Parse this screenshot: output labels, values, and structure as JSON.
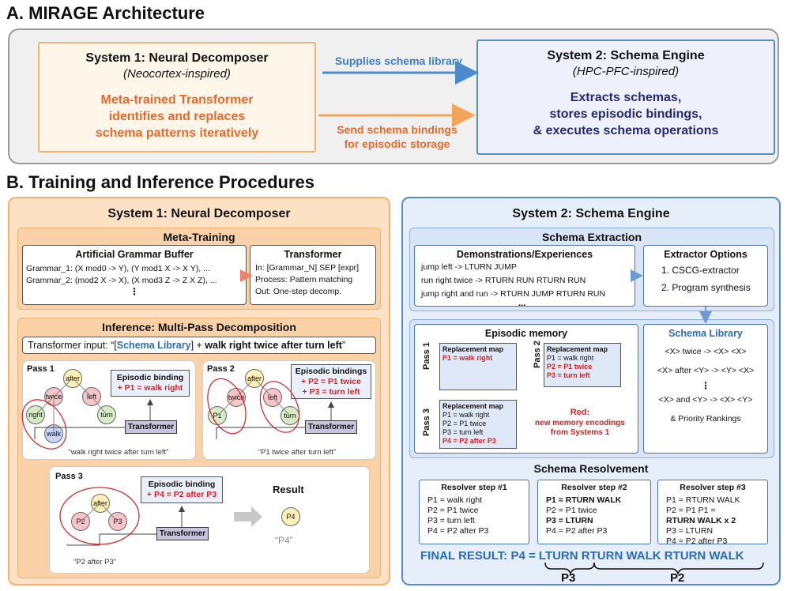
{
  "section_a": {
    "title": "A.  MIRAGE Architecture",
    "system1": {
      "title": "System 1: Neural Decomposer",
      "subtitle": "(Neocortex-inspired)",
      "desc": [
        "Meta-trained Transformer",
        "identifies and replaces",
        "schema patterns iteratively"
      ]
    },
    "system2": {
      "title": "System 2: Schema Engine",
      "subtitle": "(HPC-PFC-inspired)",
      "desc": [
        "Extracts schemas,",
        "stores episodic bindings,",
        "& executes schema operations"
      ]
    },
    "arrow_top": "Supplies schema library",
    "arrow_bottom": [
      "Send schema bindings",
      "for episodic storage"
    ],
    "colors": {
      "orange": "#e8692b",
      "navy": "#262a72",
      "blue": "#3d7ec4"
    }
  },
  "section_b": {
    "title": "B.  Training and Inference Procedures",
    "left": {
      "title": "System 1: Neural Decomposer",
      "meta_training": {
        "title": "Meta-Training",
        "buffer_title": "Artificial Grammar Buffer",
        "buffer_lines": [
          "Grammar_1: (X mod0 -> Y), (Y mod1 X -> X Y), ...",
          "Grammar_2: (mod2 X -> X), (X mod3 Z -> Z X Z), ..."
        ],
        "buffer_ellipsis": "⋮",
        "transformer_title": "Transformer",
        "transformer_lines": [
          "In: [Grammar_N] SEP [expr]",
          "Process: Pattern matching",
          "Out: One-step decomp."
        ]
      },
      "inference": {
        "title": "Inference: Multi-Pass Decomposition",
        "input_prefix": "Transformer input: “[",
        "input_lib": "Schema Library",
        "input_mid": "] + ",
        "input_cmd": "walk right twice after turn left",
        "input_suffix": "”",
        "pass1": {
          "label": "Pass 1",
          "nodes": [
            "after",
            "twice",
            "left",
            "right",
            "turn",
            "walk"
          ],
          "binding_title": "Episodic binding",
          "binding_lines": [
            "+ P1 = walk right"
          ],
          "transformer": "Transformer",
          "caption": "“walk right twice after turn left”"
        },
        "pass2": {
          "label": "Pass 2",
          "nodes": [
            "after",
            "twice",
            "left",
            "P1",
            "turn"
          ],
          "binding_title": "Episodic bindings",
          "binding_lines": [
            "+ P2 = P1 twice",
            "+ P3 = turn left"
          ],
          "transformer": "Transformer",
          "caption": "“P1 twice after turn left”"
        },
        "pass3": {
          "label": "Pass 3",
          "nodes": [
            "after",
            "P2",
            "P3"
          ],
          "binding_title": "Episodic binding",
          "binding_lines": [
            "+ P4 = P2 after P3"
          ],
          "transformer": "Transformer",
          "caption": "“P2 after P3”",
          "result_label": "Result",
          "result_node": "P4",
          "result_caption": "“P4”"
        }
      }
    },
    "right": {
      "title": "System 2: Schema Engine",
      "extraction": {
        "title": "Schema Extraction",
        "demos_title": "Demonstrations/Experiences",
        "demos": [
          "jump left -> LTURN JUMP",
          "run right twice -> RTURN RUN RTURN RUN",
          "jump right and run -> RTURN JUMP RTURN RUN"
        ],
        "demos_ellipsis": "...",
        "options_title": "Extractor Options",
        "options": [
          "1. CSCG-extractor",
          "2. Program synthesis"
        ]
      },
      "memory": {
        "title": "Episodic memory",
        "pass1": {
          "label": "Pass 1",
          "title": "Replacement map",
          "lines": [
            {
              "t": "P1 = walk right",
              "red": true
            }
          ]
        },
        "pass2": {
          "label": "Pass 2",
          "title": "Replacement map",
          "lines": [
            {
              "t": "P1 = walk right",
              "red": false
            },
            {
              "t": "P2 = P1 twice",
              "red": true
            },
            {
              "t": "P3 = turn left",
              "red": true
            }
          ]
        },
        "pass3": {
          "label": "Pass 3",
          "title": "Replacement map",
          "lines": [
            {
              "t": "P1 = walk right",
              "red": false
            },
            {
              "t": "P2 = P1 twice",
              "red": false
            },
            {
              "t": "P3 = turn left",
              "red": false
            },
            {
              "t": "P4 = P2 after P3",
              "red": true
            }
          ]
        },
        "legend": [
          "Red:",
          "new memory encodings",
          "from Systems 1"
        ]
      },
      "library": {
        "title": "Schema Library",
        "items": [
          "<X> twice -> <X> <X>",
          "<X> after <Y> -> <Y> <X>",
          "⋮",
          "<X> and <Y> -> <X> <Y>",
          "& Priority Rankings"
        ]
      },
      "resolvement": {
        "title": "Schema Resolvement",
        "steps": [
          {
            "title": "Resolver step #1",
            "lines": [
              "P1 = walk right",
              "P2 = P1 twice",
              "P3 = turn left",
              "P4 = P2 after P3"
            ]
          },
          {
            "title": "Resolver step #2",
            "lines": [
              "P1 = RTURN WALK",
              "P2 = P1 twice",
              "P3 = LTURN",
              "P4 = P2 after P3"
            ]
          },
          {
            "title": "Resolver step #3",
            "lines": [
              "P1 = RTURN WALK",
              "P2 = P1 P1 =",
              "RTURN WALK x 2",
              "P3 = LTURN",
              "P4 = P2 after P3"
            ]
          }
        ],
        "final_prefix": "FINAL RESULT: P4 = ",
        "final_p3": "LTURN",
        "final_p2": "RTURN WALK RTURN WALK",
        "brace_p3": "P3",
        "brace_p2": "P2"
      }
    }
  }
}
